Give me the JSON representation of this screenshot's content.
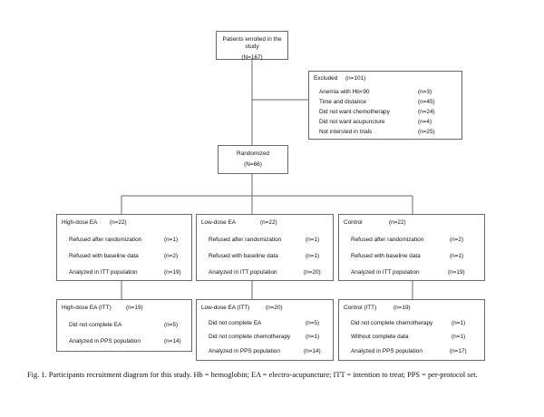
{
  "enrolled": {
    "label": "Patients enrolled in the study",
    "count": "(N=167)"
  },
  "excluded": {
    "label": "Excluded",
    "count": "(n=101)",
    "reasons": [
      {
        "label": "Anemia with Hb<90",
        "n": "(n=3)"
      },
      {
        "label": "Time and distance",
        "n": "(n=45)"
      },
      {
        "label": "Did not want chemotherapy",
        "n": "(n=24)"
      },
      {
        "label": "Did not want acupuncture",
        "n": "(n=4)"
      },
      {
        "label": "Not intersted in trials",
        "n": "(n=25)"
      }
    ]
  },
  "randomized": {
    "label": "Randomized",
    "count": "(N=66)"
  },
  "allocation": [
    {
      "title": "High-dose EA",
      "count": "(n=22)",
      "rows": [
        {
          "label": "Refused after randomization",
          "n": "(n=1)"
        },
        {
          "label": "Refused with baseline data",
          "n": "(n=2)"
        },
        {
          "label": "Analyzed in ITT population",
          "n": "(n=19)"
        }
      ]
    },
    {
      "title": "Low-dose EA",
      "count": "(n=22)",
      "rows": [
        {
          "label": "Refused after randomization",
          "n": "(n=1)"
        },
        {
          "label": "Refused with baseline data",
          "n": "(n=1)"
        },
        {
          "label": "Analyzed in ITT population",
          "n": "(n=20)"
        }
      ]
    },
    {
      "title": "Control",
      "count": "(n=22)",
      "rows": [
        {
          "label": "Refused after randomization",
          "n": "(n=2)"
        },
        {
          "label": "Refused with baseline data",
          "n": "(n=1)"
        },
        {
          "label": "Analyzed in ITT population",
          "n": "(n=19)"
        }
      ]
    }
  ],
  "analysis": [
    {
      "title": "High-dose EA (ITT)",
      "count": "(n=19)",
      "rows": [
        {
          "label": "Did not complete EA",
          "n": "(n=5)"
        },
        {
          "label": "Analyzed in PPS population",
          "n": "(n=14)"
        }
      ]
    },
    {
      "title": "Low-dose EA (ITT)",
      "count": "(n=20)",
      "rows": [
        {
          "label": "Did not complete EA",
          "n": "(n=5)"
        },
        {
          "label": "Did not complete chemotherapy",
          "n": "(n=1)"
        },
        {
          "label": "Analyzed in PPS population",
          "n": "(n=14)"
        }
      ]
    },
    {
      "title": "Control (ITT)",
      "count": "(n=19)",
      "rows": [
        {
          "label": "Did not complete chemotherapy",
          "n": "(n=1)"
        },
        {
          "label": "Without complete data",
          "n": "(n=1)"
        },
        {
          "label": "Analyzed in PPS population",
          "n": "(n=17)"
        }
      ]
    }
  ],
  "caption": "Fig. 1. Participants recruitment diagram for this study. Hb = hemoglobin; EA = electro-acupuncture; ITT = intention to treat; PPS = per-protocol set."
}
